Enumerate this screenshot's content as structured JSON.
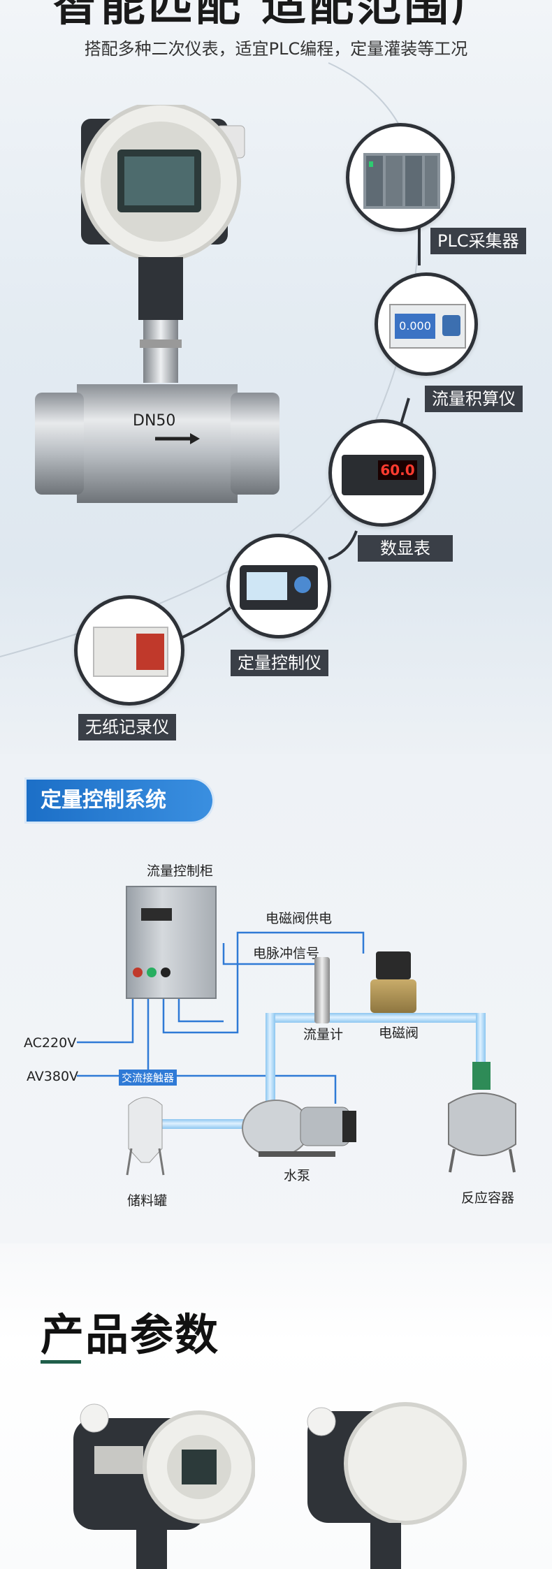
{
  "section1": {
    "headline": "智能匹配 适配范围广",
    "subtitle": "搭配多种二次仪表，适宜PLC编程，定量灌装等工况",
    "meter": {
      "pipe_label": "DN50"
    },
    "devices": [
      {
        "label": "PLC采集器"
      },
      {
        "label": "流量积算仪",
        "screen": "0.000"
      },
      {
        "label": "数显表",
        "screen": "60.0"
      },
      {
        "label": "定量控制仪"
      },
      {
        "label": "无纸记录仪"
      }
    ]
  },
  "section2": {
    "tab_title": "定量控制系统",
    "labels": {
      "cabinet": "流量控制柜",
      "valve_power": "电磁阀供电",
      "pulse_signal": "电脉冲信号",
      "flowmeter": "流量计",
      "solenoid_valve": "电磁阀",
      "ac220": "AC220V",
      "av380": "AV380V",
      "contactor": "交流接触器",
      "pump": "水泵",
      "tank": "储料罐",
      "reactor": "反应容器"
    }
  },
  "section3": {
    "title": "产品参数"
  }
}
